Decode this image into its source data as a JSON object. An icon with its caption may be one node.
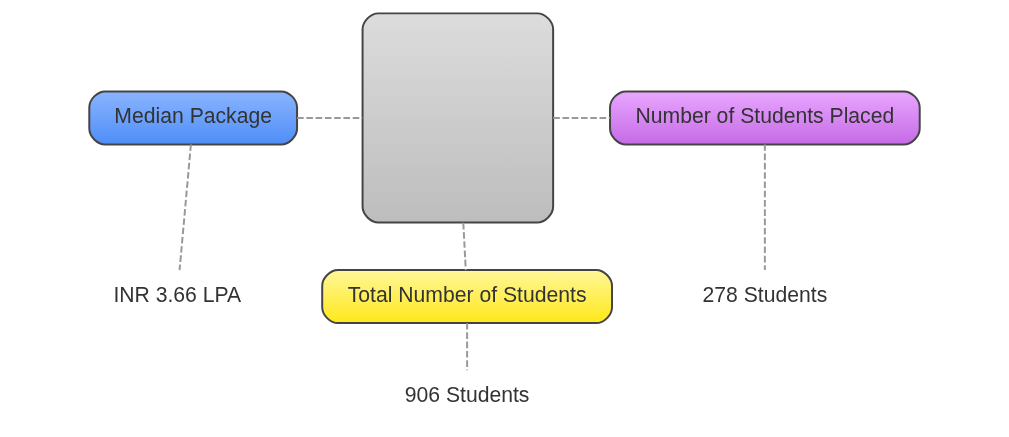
{
  "diagram": {
    "nodes": [
      {
        "text": [],
        "shape": "box"
      },
      {
        "text": [
          "Median Package"
        ]
      },
      {
        "text": [
          "Number of Students Placed"
        ]
      },
      {
        "text": [
          "Total Number of Students"
        ]
      },
      {
        "text": [
          "INR 3.66 LPA"
        ]
      },
      {
        "text": [
          "278 Students"
        ]
      },
      {
        "text": [
          "906 Students"
        ]
      }
    ],
    "edges": [
      {
        "from": 1,
        "to": 0,
        "arrow": "none",
        "style": "dashed"
      },
      {
        "from": 0,
        "to": 2,
        "arrow": "none",
        "style": "dashed"
      },
      {
        "from": 0,
        "to": 3,
        "arrow": "none",
        "style": "dashed"
      },
      {
        "from": 1,
        "to": 4,
        "arrow": "none",
        "style": "dashed"
      },
      {
        "from": 2,
        "to": 5,
        "arrow": "none",
        "style": "dashed"
      },
      {
        "from": 3,
        "to": 6,
        "arrow": "none",
        "style": "dashed"
      }
    ]
  }
}
